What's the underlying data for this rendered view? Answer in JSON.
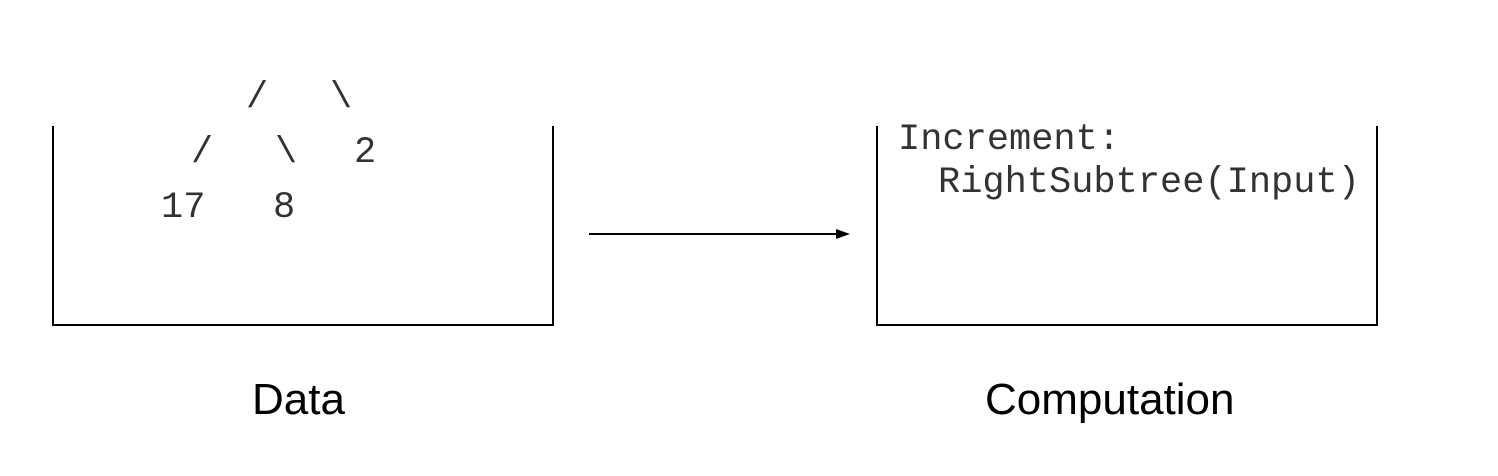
{
  "data_panel": {
    "tree": {
      "row1_left": "/",
      "row1_right": "\\",
      "row2_left": "/",
      "row2_mid": "\\",
      "row2_right": "2",
      "row3_left": "17",
      "row3_mid": "8"
    },
    "caption": "Data"
  },
  "computation_panel": {
    "code_line1": "Increment:",
    "code_line2": "RightSubtree(Input)",
    "caption": "Computation"
  },
  "colors": {
    "lines": "#000000",
    "code_text": "#333333",
    "caption_text": "#000000"
  }
}
